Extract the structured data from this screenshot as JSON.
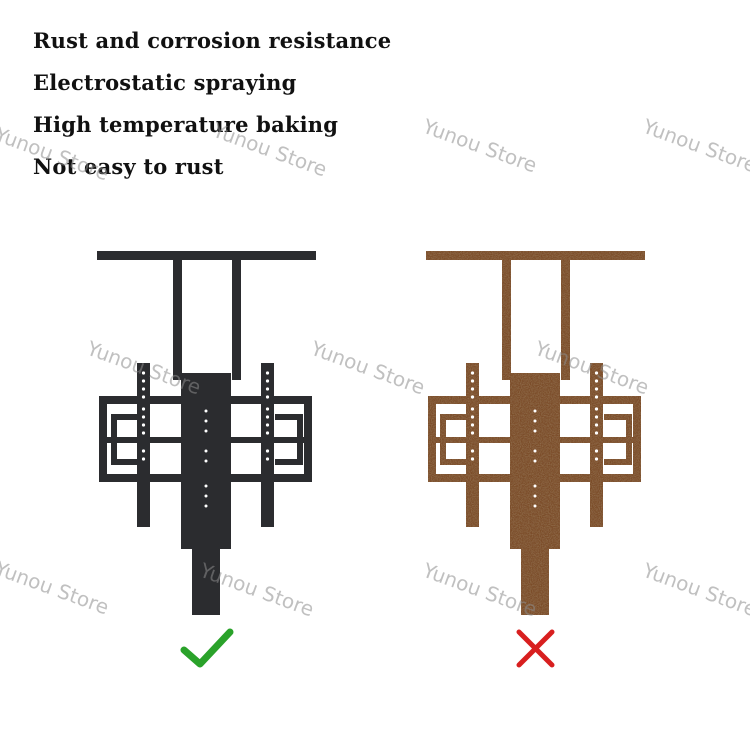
{
  "features": [
    "Rust and corrosion resistance",
    "Electrostatic spraying",
    "High temperature baking",
    "Not easy to rust"
  ],
  "watermark_text": "Yunou Store",
  "colors": {
    "good_mount": "#2b2c2f",
    "rusty_mount": "#7c4d2c",
    "rust_dark": "#4e2c16",
    "rust_light": "#a06a3f",
    "check_mark": "#2aa22a",
    "cross_mark": "#d81f1f"
  },
  "icons": {
    "good": "check-mark-icon",
    "bad": "cross-mark-icon"
  }
}
